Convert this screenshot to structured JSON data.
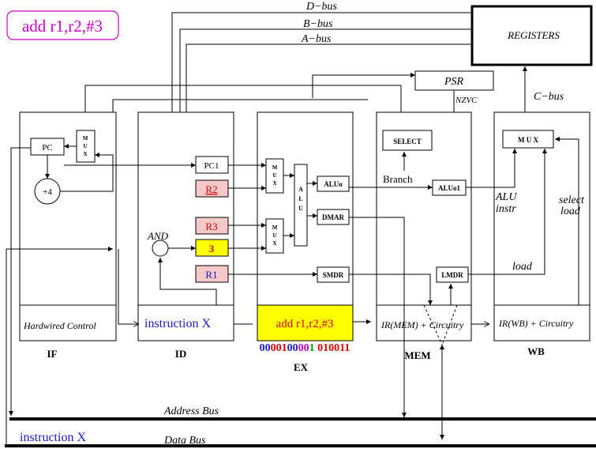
{
  "title": "add r1,r2,#3",
  "stages": {
    "if": "IF",
    "id": "ID",
    "ex": "EX",
    "mem": "MEM",
    "wb": "WB"
  },
  "buses": {
    "d": "D−bus",
    "b": "B−bus",
    "a": "A−bus",
    "c": "C−bus",
    "address": "Address Bus",
    "data": "Data Bus"
  },
  "blocks": {
    "registers": "REGISTERS",
    "psr": "PSR",
    "nzvc": "NZVC",
    "select": "SELECT",
    "pc": "PC",
    "plus4": "+4",
    "pc1": "PC1",
    "r2": "R2",
    "r3": "R3",
    "imm": "3",
    "r1": "R1",
    "and": "AND",
    "alu0": "ALUo",
    "alu01": "ALUo1",
    "dmar": "DMAR",
    "smdr": "SMDR",
    "lmdr": "LMDR",
    "mux": "MUX",
    "mux_letters": [
      "M",
      "U",
      "X"
    ],
    "alu_letters": [
      "A",
      "L",
      "U"
    ],
    "wb_mux": "M U X",
    "branch": "Branch",
    "alu_instr": [
      "ALU",
      "instr"
    ],
    "select_load": [
      "select",
      "load"
    ],
    "load": "load"
  },
  "registers_panel": {
    "if": "Hardwired Control",
    "id": "instruction X",
    "ex": "add r1,r2,#3",
    "mem": "IR(MEM) + Circuitry",
    "wb": "IR(WB) + Circuitry"
  },
  "encoding": {
    "bits": [
      {
        "text": "00",
        "color": "#1a1acc"
      },
      {
        "text": "001",
        "color": "#e00000"
      },
      {
        "text": "00",
        "color": "#1a1acc"
      },
      {
        "text": "00",
        "color": "#cc00cc"
      },
      {
        "text": "1",
        "color": "#00a000"
      },
      {
        "text": "010011",
        "color": "#e00000"
      }
    ]
  },
  "instruction_label": "instruction X",
  "colors": {
    "title": "#cc00cc",
    "register_fill": "#f7c8c8",
    "immediate_fill": "#ffff00",
    "instruction_blue": "#1a1acc",
    "register_red": "#e00000"
  }
}
